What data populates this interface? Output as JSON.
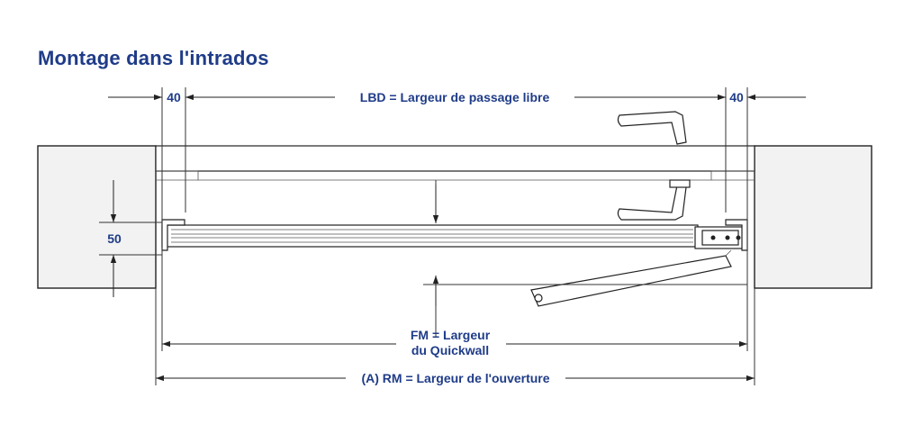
{
  "title": "Montage dans l'intrados",
  "dimensions": {
    "left_offset": "40",
    "right_offset": "40",
    "lbd": "LBD = Largeur de passage libre",
    "depth": "50",
    "fm_line1": "FM = Largeur",
    "fm_line2": "du Quickwall",
    "rm": "(A) RM = Largeur de l'ouverture"
  },
  "colors": {
    "label": "#1f3c88",
    "line": "#222222"
  }
}
